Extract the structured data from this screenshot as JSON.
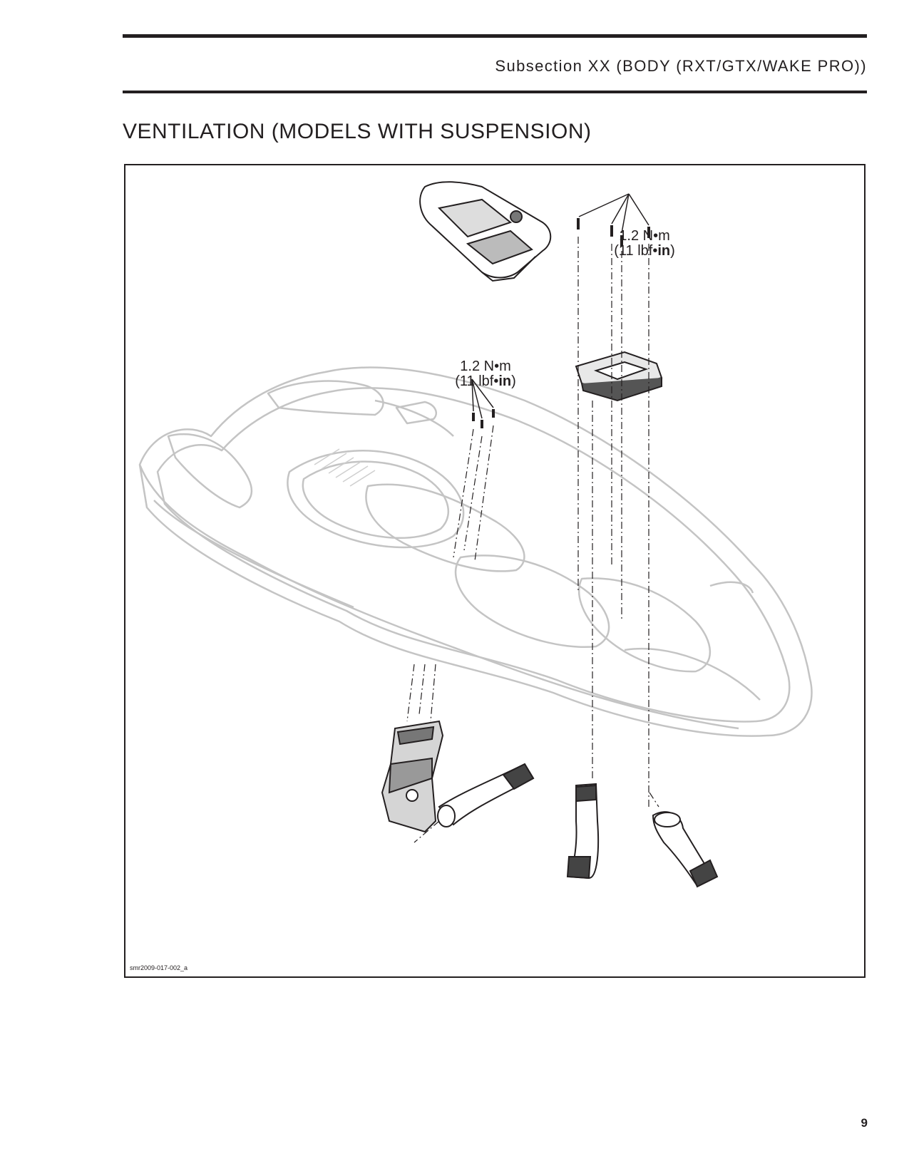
{
  "header": {
    "subsection": "Subsection XX (BODY (RXT/GTX/WAKE PRO))"
  },
  "page_title": "VENTILATION (MODELS WITH SUSPENSION)",
  "figure": {
    "torque_callouts": [
      {
        "metric": "1.2 N•m",
        "imperial_prefix": "(11 lbf•",
        "imperial_unit": "in",
        "imperial_suffix": ")"
      },
      {
        "metric": "1.2 N•m",
        "imperial_prefix": "(11 lbf•",
        "imperial_unit": "in",
        "imperial_suffix": ")"
      }
    ],
    "code": "smr2009-017-002_a"
  },
  "footer": {
    "page_number": "9"
  }
}
